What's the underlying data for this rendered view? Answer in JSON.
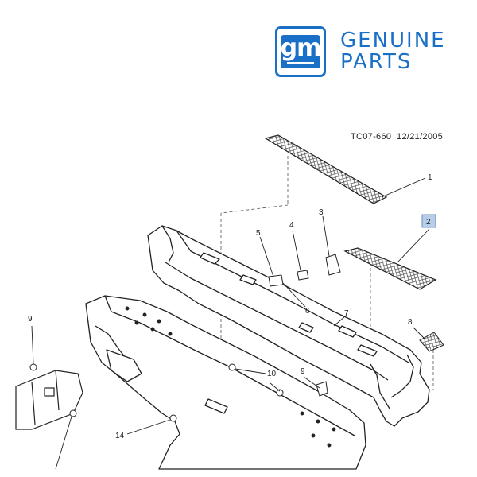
{
  "brand": {
    "logo_text": "gm",
    "line1": "GENUINE",
    "line2": "PARTS",
    "accent_color": "#1a6fc7"
  },
  "diagram": {
    "code": "TC07-660",
    "date": "12/21/2005",
    "callouts": [
      "1",
      "2",
      "3",
      "4",
      "5",
      "6",
      "7",
      "8",
      "9",
      "9",
      "10",
      "14"
    ],
    "highlighted_callout": "2",
    "highlight_color": "#b7cde8"
  }
}
